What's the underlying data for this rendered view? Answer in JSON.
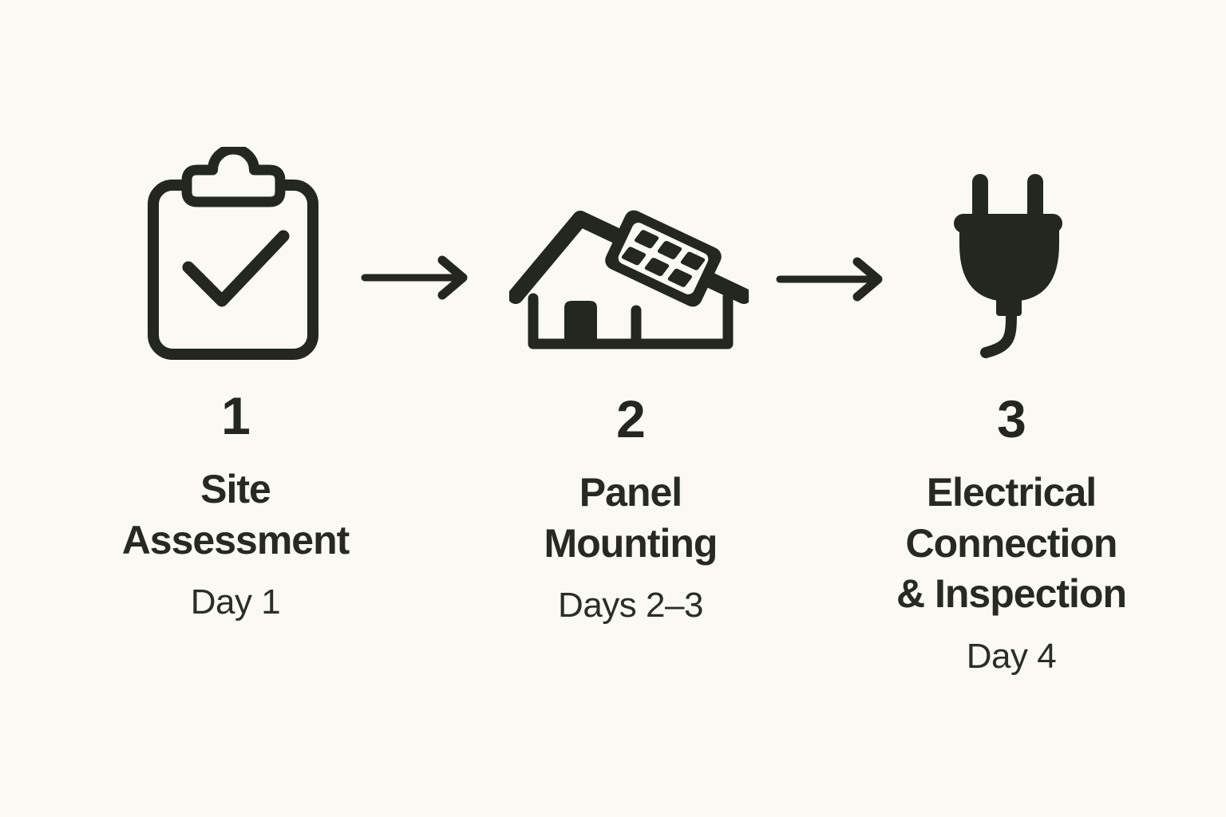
{
  "diagram": {
    "type": "process-flow",
    "subject": "Solar panel installation timeline",
    "background_color": "#fbf9f3",
    "ink_color": "#23271f",
    "steps": [
      {
        "number": "1",
        "icon": "clipboard-check-icon",
        "title_lines": [
          "Site",
          "Assessment"
        ],
        "duration": "Day 1"
      },
      {
        "number": "2",
        "icon": "house-solar-panel-icon",
        "title_lines": [
          "Panel",
          "Mounting"
        ],
        "duration": "Days 2–3"
      },
      {
        "number": "3",
        "icon": "power-plug-icon",
        "title_lines": [
          "Electrical",
          "Connection",
          "& Inspection"
        ],
        "duration": "Day 4"
      }
    ],
    "connectors": [
      {
        "icon": "arrow-right-icon"
      },
      {
        "icon": "arrow-right-icon"
      }
    ]
  }
}
